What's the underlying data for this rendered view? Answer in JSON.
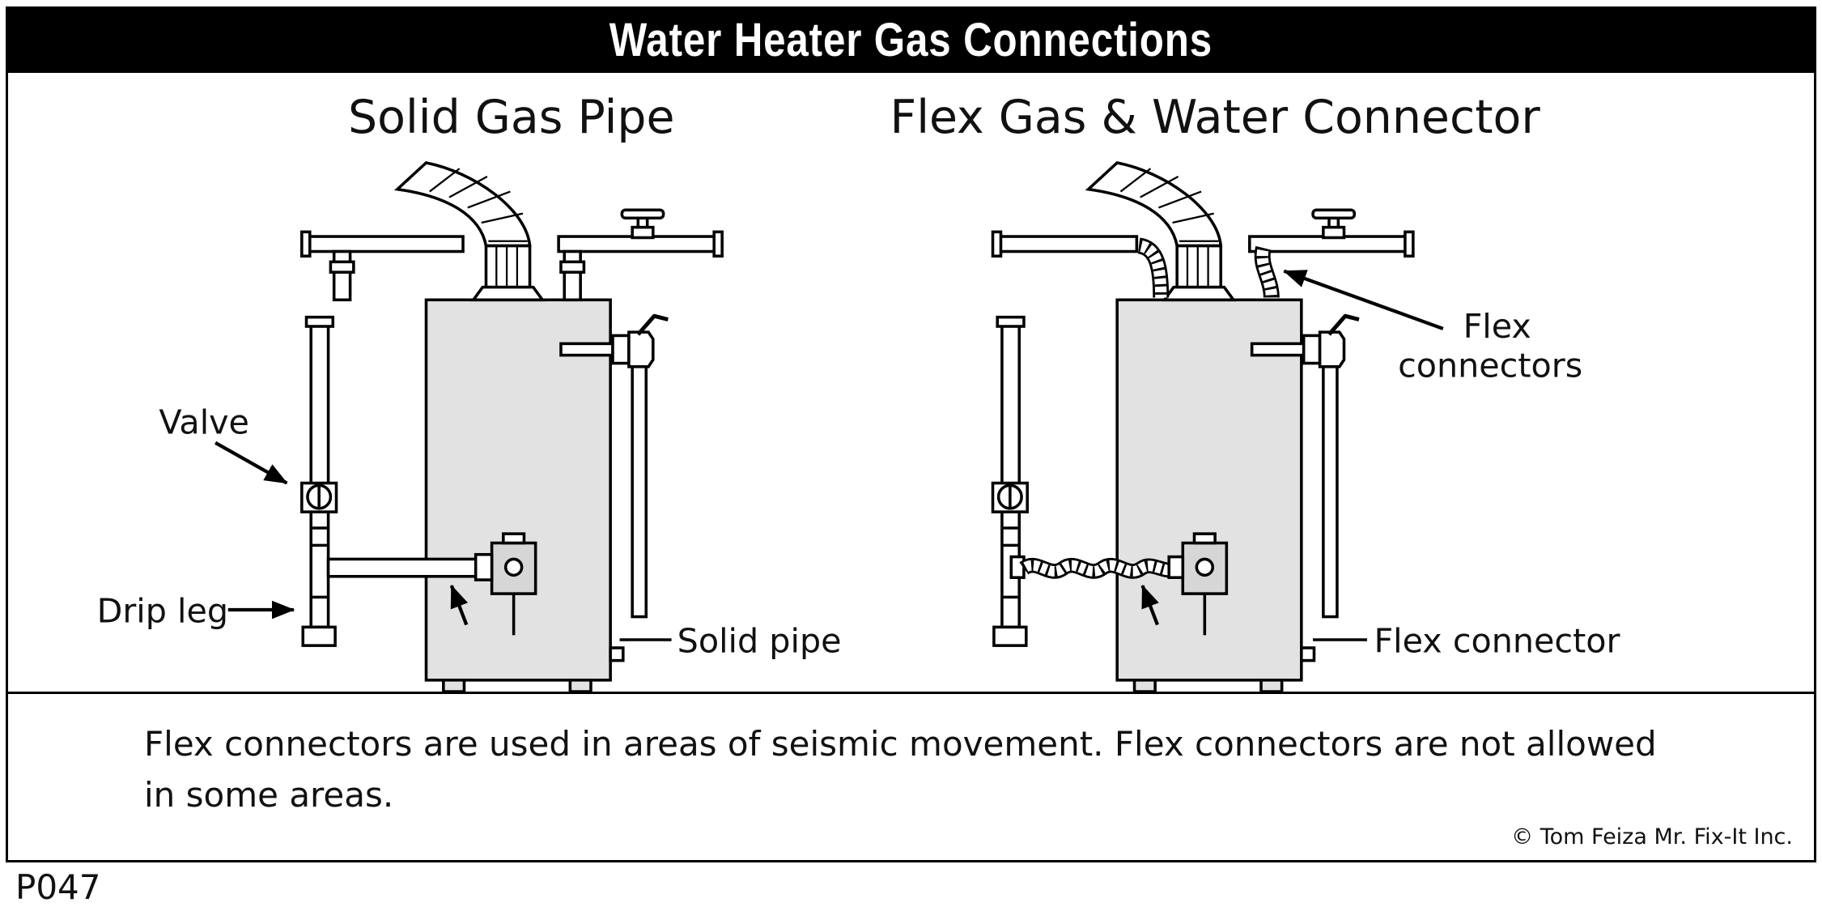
{
  "title": "Water Heater Gas Connections",
  "panels": {
    "left": {
      "heading": "Solid Gas Pipe",
      "labels": {
        "valve": "Valve",
        "drip_leg": "Drip leg",
        "solid_pipe": "Solid pipe"
      }
    },
    "right": {
      "heading": "Flex Gas & Water Connector",
      "labels": {
        "flex_line1": "Flex",
        "flex_line2": "connectors",
        "flex_connector": "Flex connector"
      }
    }
  },
  "caption": {
    "line1": "Flex connectors are used in areas of seismic movement. Flex connectors are not allowed",
    "line2": "in some areas."
  },
  "copyright": "© Tom Feiza Mr. Fix-It Inc.",
  "figure_code": "P047",
  "colors": {
    "line": "#000000",
    "tank_fill": "#e2e2e2",
    "title_bg": "#000000",
    "title_fg": "#ffffff"
  }
}
